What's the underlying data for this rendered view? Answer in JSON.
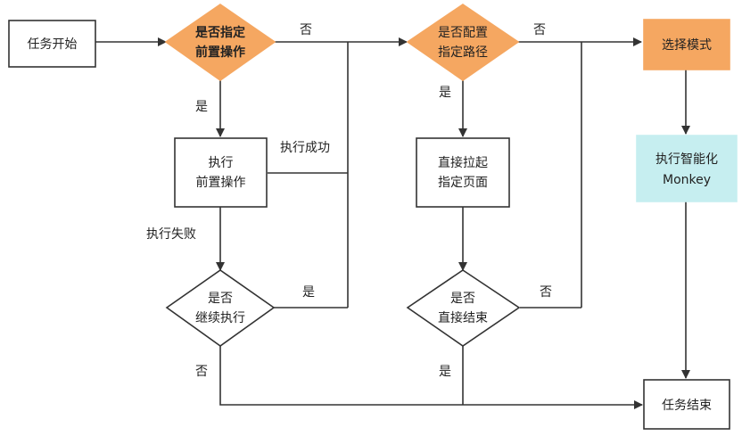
{
  "nodes": {
    "task_start": {
      "lines": [
        "任务开始"
      ]
    },
    "pre_op_check": {
      "lines": [
        "是否指定",
        "前置操作"
      ],
      "fill": "#F5A761"
    },
    "exec_pre_op": {
      "lines": [
        "执行",
        "前置操作"
      ]
    },
    "continue_check": {
      "lines": [
        "是否",
        "继续执行"
      ]
    },
    "path_check": {
      "lines": [
        "是否配置",
        "指定路径"
      ],
      "fill": "#F5A761"
    },
    "launch_page": {
      "lines": [
        "直接拉起",
        "指定页面"
      ]
    },
    "end_check": {
      "lines": [
        "是否",
        "直接结束"
      ]
    },
    "select_mode": {
      "lines": [
        "选择模式"
      ],
      "fill": "#F5A761"
    },
    "exec_monkey": {
      "lines": [
        "执行智能化",
        "Monkey"
      ],
      "fill": "#C6EEF0"
    },
    "task_end": {
      "lines": [
        "任务结束"
      ]
    }
  },
  "edge_labels": {
    "pre_no": "否",
    "pre_yes": "是",
    "exec_success": "执行成功",
    "exec_fail": "执行失败",
    "continue_yes": "是",
    "continue_no": "否",
    "path_no": "否",
    "path_yes": "是",
    "end_no": "否",
    "end_yes": "是"
  },
  "colors": {
    "line": "#333333",
    "accent_orange": "#F5A761",
    "accent_cyan": "#C6EEF0"
  }
}
